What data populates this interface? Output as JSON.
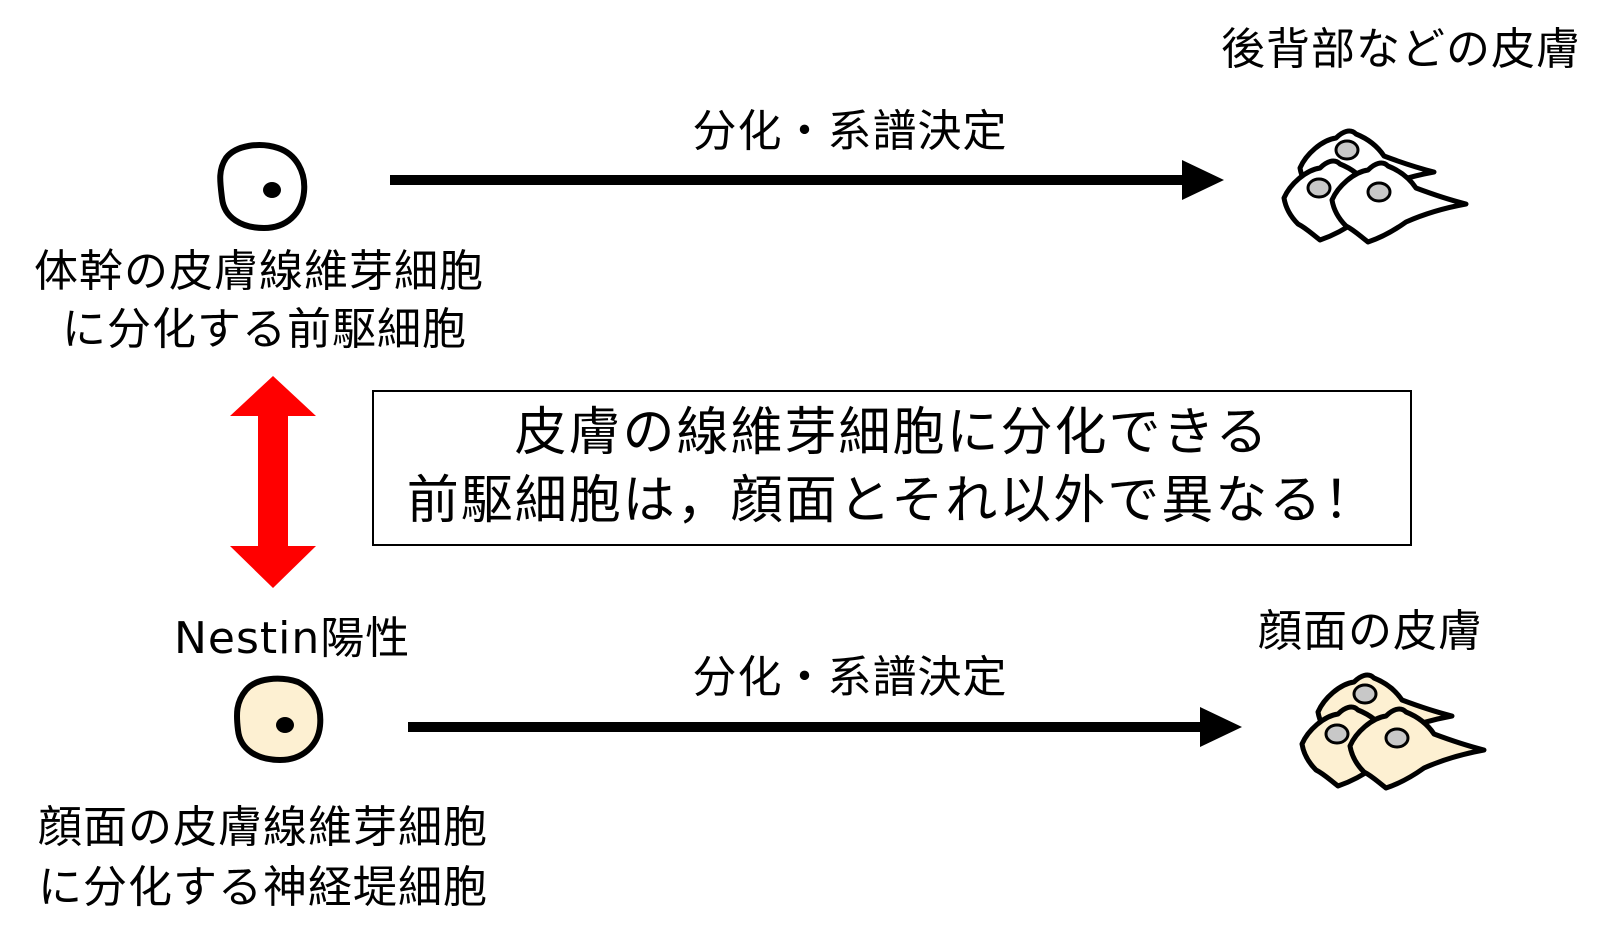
{
  "top": {
    "source_line1": "体幹の皮膚線維芽細胞",
    "source_line2": "に分化する前駆細胞",
    "arrow_label": "分化・系譜決定",
    "target_label": "後背部などの皮膚"
  },
  "bottom": {
    "marker_label": "Nestin陽性",
    "source_line1": "顔面の皮膚線維芽細胞",
    "source_line2": "に分化する神経堤細胞",
    "arrow_label": "分化・系譜決定",
    "target_label": "顔面の皮膚"
  },
  "callout": {
    "line1": "皮膚の線維芽細胞に分化できる",
    "line2": "前駆細胞は，顔面とそれ以外で異なる！"
  },
  "colors": {
    "top_cell_fill": "#ffffff",
    "bottom_cell_fill": "#fdf0d2",
    "top_fibroblast_fill": "#ffffff",
    "bottom_fibroblast_fill": "#fdf0d2",
    "nucleus_fill": "#c8c8c8",
    "comparison_arrow": "#ff0000"
  },
  "icons": {
    "top_cell": "cell-icon",
    "bottom_cell": "cell-icon",
    "top_fibroblasts": "fibroblast-cluster-icon",
    "bottom_fibroblasts": "fibroblast-cluster-icon",
    "comparison": "double-arrow-icon"
  }
}
